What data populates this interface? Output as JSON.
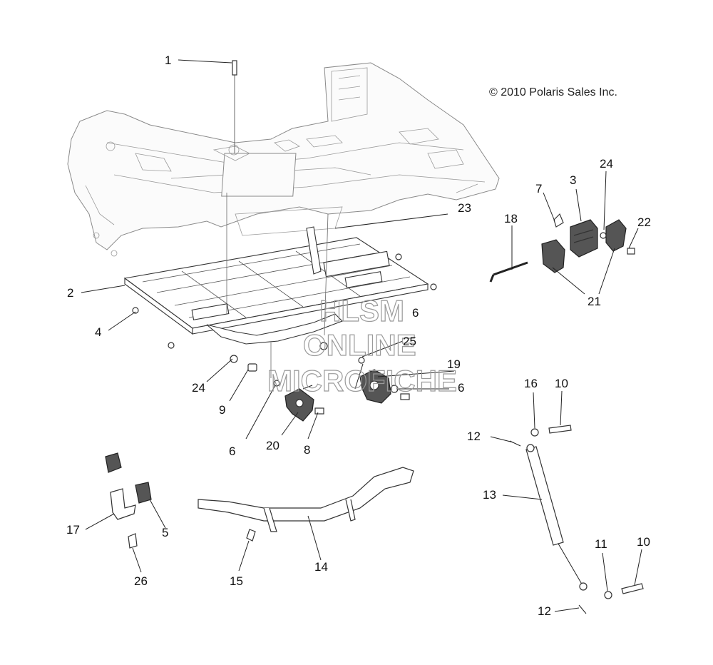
{
  "copyright": "© 2010 Polaris Sales Inc.",
  "watermark": [
    "HLSM",
    "ONLINE",
    "MICROFICHE"
  ],
  "callouts": [
    {
      "id": "c1",
      "text": "1"
    },
    {
      "id": "c2",
      "text": "2"
    },
    {
      "id": "c3",
      "text": "3"
    },
    {
      "id": "c4",
      "text": "4"
    },
    {
      "id": "c5",
      "text": "5"
    },
    {
      "id": "c6a",
      "text": "6"
    },
    {
      "id": "c6b",
      "text": "6"
    },
    {
      "id": "c6c",
      "text": "6"
    },
    {
      "id": "c7",
      "text": "7"
    },
    {
      "id": "c8",
      "text": "8"
    },
    {
      "id": "c9",
      "text": "9"
    },
    {
      "id": "c10a",
      "text": "10"
    },
    {
      "id": "c10b",
      "text": "10"
    },
    {
      "id": "c11",
      "text": "11"
    },
    {
      "id": "c12a",
      "text": "12"
    },
    {
      "id": "c12b",
      "text": "12"
    },
    {
      "id": "c13",
      "text": "13"
    },
    {
      "id": "c14",
      "text": "14"
    },
    {
      "id": "c15",
      "text": "15"
    },
    {
      "id": "c16",
      "text": "16"
    },
    {
      "id": "c17",
      "text": "17"
    },
    {
      "id": "c18",
      "text": "18"
    },
    {
      "id": "c19",
      "text": "19"
    },
    {
      "id": "c20",
      "text": "20"
    },
    {
      "id": "c21",
      "text": "21"
    },
    {
      "id": "c22",
      "text": "22"
    },
    {
      "id": "c23",
      "text": "23"
    },
    {
      "id": "c24a",
      "text": "24"
    },
    {
      "id": "c24b",
      "text": "24"
    },
    {
      "id": "c25",
      "text": "25"
    },
    {
      "id": "c26",
      "text": "26"
    }
  ]
}
